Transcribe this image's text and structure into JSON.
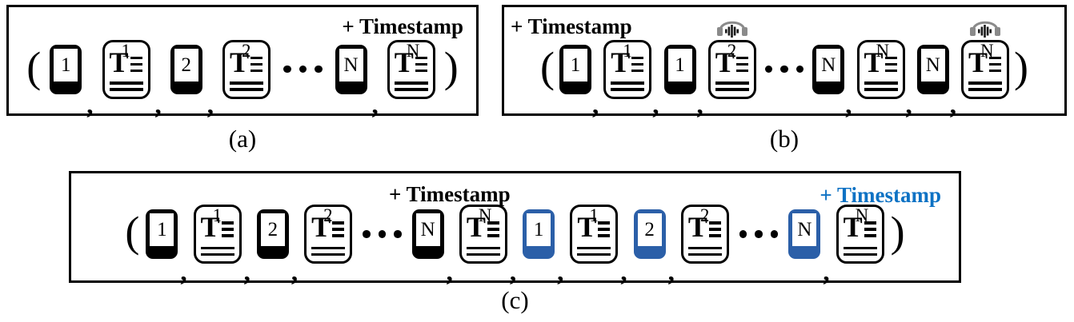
{
  "colors": {
    "black": "#000000",
    "segment_blue": "#2b5fa8",
    "timestamp_blue": "#0e72c4",
    "headphone_gray": "#8a8a8a"
  },
  "glyphs": {
    "comma": ",",
    "doc_letter": "T",
    "ellipsis": "•••",
    "headphones": "headphones-with-soundwave"
  },
  "panels": [
    {
      "id": "a",
      "caption": "(a)",
      "timestamps": [
        {
          "text": "+ Timestamp",
          "style": "black"
        }
      ],
      "tokens": [
        {
          "type": "paren",
          "text": "("
        },
        {
          "type": "seg",
          "label": "1",
          "color": "black"
        },
        {
          "type": "comma"
        },
        {
          "type": "doc",
          "sup": "1"
        },
        {
          "type": "comma"
        },
        {
          "type": "seg",
          "label": "2",
          "color": "black"
        },
        {
          "type": "comma"
        },
        {
          "type": "doc",
          "sup": "2"
        },
        {
          "type": "dots"
        },
        {
          "type": "seg",
          "label": "N",
          "color": "black"
        },
        {
          "type": "comma"
        },
        {
          "type": "doc",
          "sup": "N"
        },
        {
          "type": "paren",
          "text": ")"
        }
      ]
    },
    {
      "id": "b",
      "caption": "(b)",
      "timestamps": [
        {
          "text": "+ Timestamp",
          "style": "black"
        }
      ],
      "tokens": [
        {
          "type": "paren",
          "text": "("
        },
        {
          "type": "seg",
          "label": "1",
          "color": "black"
        },
        {
          "type": "comma"
        },
        {
          "type": "doc",
          "sup": "1"
        },
        {
          "type": "comma"
        },
        {
          "type": "seg",
          "label": "1",
          "color": "black"
        },
        {
          "type": "comma"
        },
        {
          "type": "doc",
          "sup": "2",
          "audio": true
        },
        {
          "type": "dots"
        },
        {
          "type": "seg",
          "label": "N",
          "color": "black"
        },
        {
          "type": "comma"
        },
        {
          "type": "doc",
          "sup": "N"
        },
        {
          "type": "comma"
        },
        {
          "type": "seg",
          "label": "N",
          "color": "black"
        },
        {
          "type": "comma"
        },
        {
          "type": "doc",
          "sup": "N",
          "audio": true
        },
        {
          "type": "paren",
          "text": ")"
        }
      ]
    },
    {
      "id": "c",
      "caption": "(c)",
      "timestamps": [
        {
          "text": "+ Timestamp",
          "style": "black"
        },
        {
          "text": "+ Timestamp",
          "style": "blue"
        }
      ],
      "tokens": [
        {
          "type": "paren",
          "text": "("
        },
        {
          "type": "seg",
          "label": "1",
          "color": "black"
        },
        {
          "type": "comma"
        },
        {
          "type": "doc",
          "sup": "1"
        },
        {
          "type": "comma"
        },
        {
          "type": "seg",
          "label": "2",
          "color": "black"
        },
        {
          "type": "comma"
        },
        {
          "type": "doc",
          "sup": "2"
        },
        {
          "type": "dots"
        },
        {
          "type": "seg",
          "label": "N",
          "color": "black"
        },
        {
          "type": "comma"
        },
        {
          "type": "doc",
          "sup": "N"
        },
        {
          "type": "comma"
        },
        {
          "type": "seg",
          "label": "1",
          "color": "blue"
        },
        {
          "type": "comma"
        },
        {
          "type": "doc",
          "sup": "1"
        },
        {
          "type": "comma"
        },
        {
          "type": "seg",
          "label": "2",
          "color": "blue"
        },
        {
          "type": "comma"
        },
        {
          "type": "doc",
          "sup": "2"
        },
        {
          "type": "dots"
        },
        {
          "type": "seg",
          "label": "N",
          "color": "blue"
        },
        {
          "type": "comma"
        },
        {
          "type": "doc",
          "sup": "N"
        },
        {
          "type": "paren",
          "text": ")"
        }
      ]
    }
  ]
}
